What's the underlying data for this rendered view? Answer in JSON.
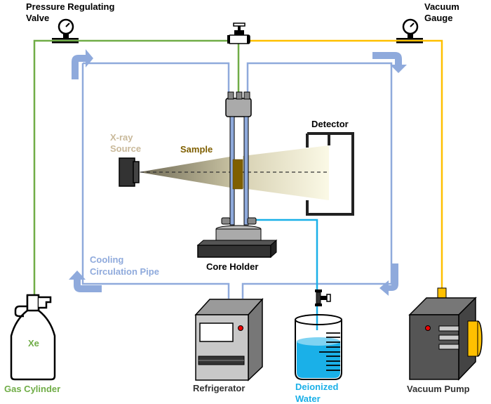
{
  "labels": {
    "pressure_valve_line1": "Pressure Regulating",
    "pressure_valve_line2": "Valve",
    "vacuum_gauge_line1": "Vacuum",
    "vacuum_gauge_line2": "Gauge",
    "detector": "Detector",
    "xray_line1": "X-ray",
    "xray_line2": "Source",
    "sample": "Sample",
    "cooling_line1": "Cooling",
    "cooling_line2": "Circulation Pipe",
    "core_holder": "Core Holder",
    "gas_cylinder": "Gas Cylinder",
    "xe": "Xe",
    "refrigerator": "Refrigerator",
    "water_line1": "Deionized",
    "water_line2": "Water",
    "vacuum_pump": "Vacuum Pump"
  },
  "colors": {
    "gas_line": "#70ad47",
    "vacuum_line": "#ffc000",
    "cooling_line": "#8faadc",
    "water_line": "#1ab0e8",
    "xray_text": "#c9b99a",
    "sample": "#7f5f00",
    "label": "#000000"
  }
}
